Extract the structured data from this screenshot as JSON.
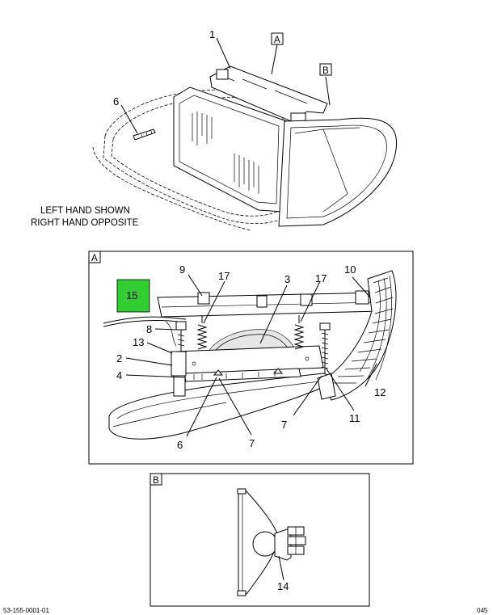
{
  "diagram": {
    "caption_line1": "LEFT HAND SHOWN",
    "caption_line2": "RIGHT HAND OPPOSITE",
    "views": {
      "a": "A",
      "b": "B"
    },
    "callouts": {
      "top_1": "1",
      "top_6": "6",
      "a_9": "9",
      "a_17_left": "17",
      "a_3": "3",
      "a_17_right": "17",
      "a_10": "10",
      "a_15": "15",
      "a_8": "8",
      "a_13": "13",
      "a_2": "2",
      "a_4": "4",
      "a_12": "12",
      "a_11": "11",
      "a_7_right": "7",
      "a_6": "6",
      "a_7_mid": "7",
      "b_14": "14"
    },
    "highlight_color": "#33cc33",
    "footer_left": "53-155-0001-01",
    "footer_right": "045"
  }
}
